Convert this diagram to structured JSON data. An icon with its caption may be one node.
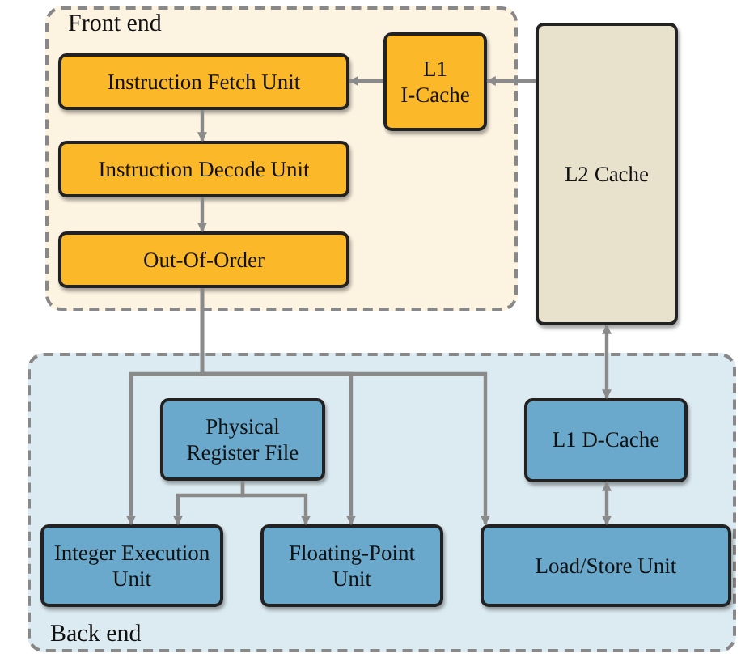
{
  "diagram": {
    "nodes": [
      {
        "text": [
          "Front end"
        ]
      },
      {
        "text": [
          "L1 I-Cache"
        ],
        "in": 0
      },
      {
        "text": [
          "Instruction Fetch Unit"
        ],
        "in": 0
      },
      {
        "text": [
          "Instruction Decode Unit"
        ],
        "in": 0
      },
      {
        "text": [
          "Out-Of-Order"
        ],
        "in": 0
      },
      {
        "text": [
          "L2 Cache"
        ]
      },
      {
        "text": [
          "Back end"
        ]
      },
      {
        "text": [
          "Physical Register File"
        ],
        "in": 6
      },
      {
        "text": [
          "L1 D-Cache"
        ],
        "in": 6
      },
      {
        "text": [
          "Integer Execution Unit"
        ],
        "in": 6
      },
      {
        "text": [
          "Floating-Point Unit"
        ],
        "in": 6
      },
      {
        "text": [
          "Load/Store Unit"
        ],
        "in": 6
      }
    ],
    "edges": [
      {
        "from": 5,
        "to": 1,
        "arrow": "to"
      },
      {
        "from": 1,
        "to": 2,
        "arrow": "to"
      },
      {
        "from": 2,
        "to": 3,
        "arrow": "to"
      },
      {
        "from": 3,
        "to": 4,
        "arrow": "to"
      },
      {
        "from": 4,
        "to": 9,
        "arrow": "to"
      },
      {
        "from": 4,
        "to": 10,
        "arrow": "to"
      },
      {
        "from": 4,
        "to": 11,
        "arrow": "to"
      },
      {
        "from": 7,
        "to": 9,
        "arrow": "to"
      },
      {
        "from": 7,
        "to": 10,
        "arrow": "to"
      },
      {
        "from": 5,
        "to": 8,
        "arrow": "both"
      },
      {
        "from": 8,
        "to": 11,
        "arrow": "both"
      }
    ]
  }
}
